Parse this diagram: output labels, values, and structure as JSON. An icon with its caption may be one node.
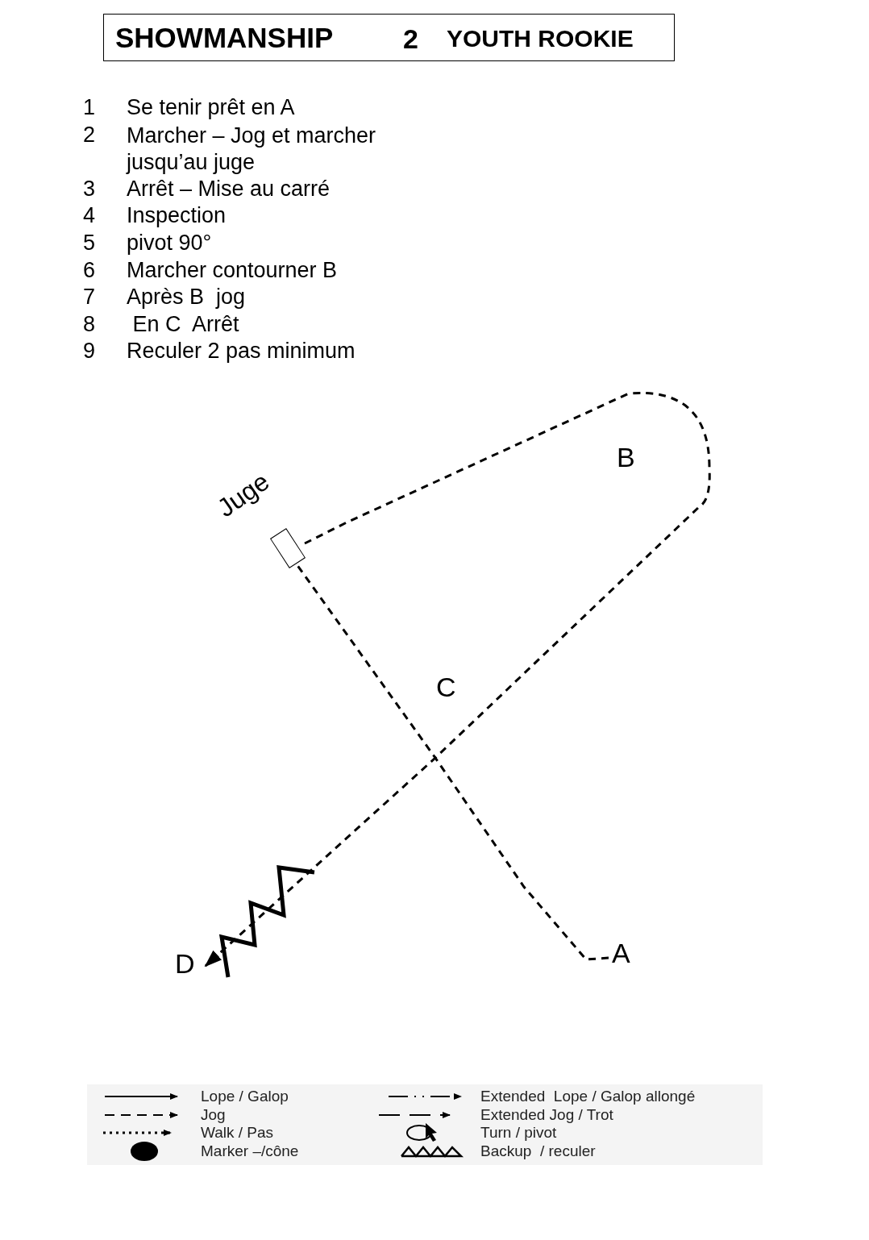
{
  "diagram": {
    "title": "SHOWMANSHIP",
    "nodes": [
      {
        "text": [],
        "shape": "box",
        "beside": [
          "Juge"
        ]
      },
      {
        "text": [
          "D"
        ]
      },
      {
        "text": [
          "A"
        ]
      }
    ],
    "edges": [
      {
        "from": 2,
        "to": 0,
        "arrow": "none",
        "style": "dashed"
      },
      {
        "from": 0,
        "to": 1,
        "arrow": "to",
        "style": "dashed"
      }
    ],
    "labels": [
      "2",
      "YOUTH ROOKIE",
      "1",
      "Se tenir prêt en A",
      "2",
      "Marcher – Jog et marcher jusqu’au juge",
      "3",
      "Arrêt – Mise au carré",
      "4",
      "Inspection",
      "5",
      "pivot 90°",
      "6",
      "Marcher contourner B",
      "7",
      "Après B  jog",
      "8",
      " En C  Arrêt",
      "9",
      "Reculer 2 pas minimum",
      "B",
      "C"
    ],
    "legend": [
      {
        "text": "Lope / Galop"
      },
      {
        "text": "Jog"
      },
      {
        "text": "Walk / Pas"
      },
      {
        "text": "Marker –/cône"
      },
      {
        "text": "Extended  Lope / Galop allongé"
      },
      {
        "text": "Extended Jog / Trot"
      },
      {
        "text": "Turn / pivot"
      },
      {
        "text": "Backup  / reculer"
      }
    ]
  }
}
